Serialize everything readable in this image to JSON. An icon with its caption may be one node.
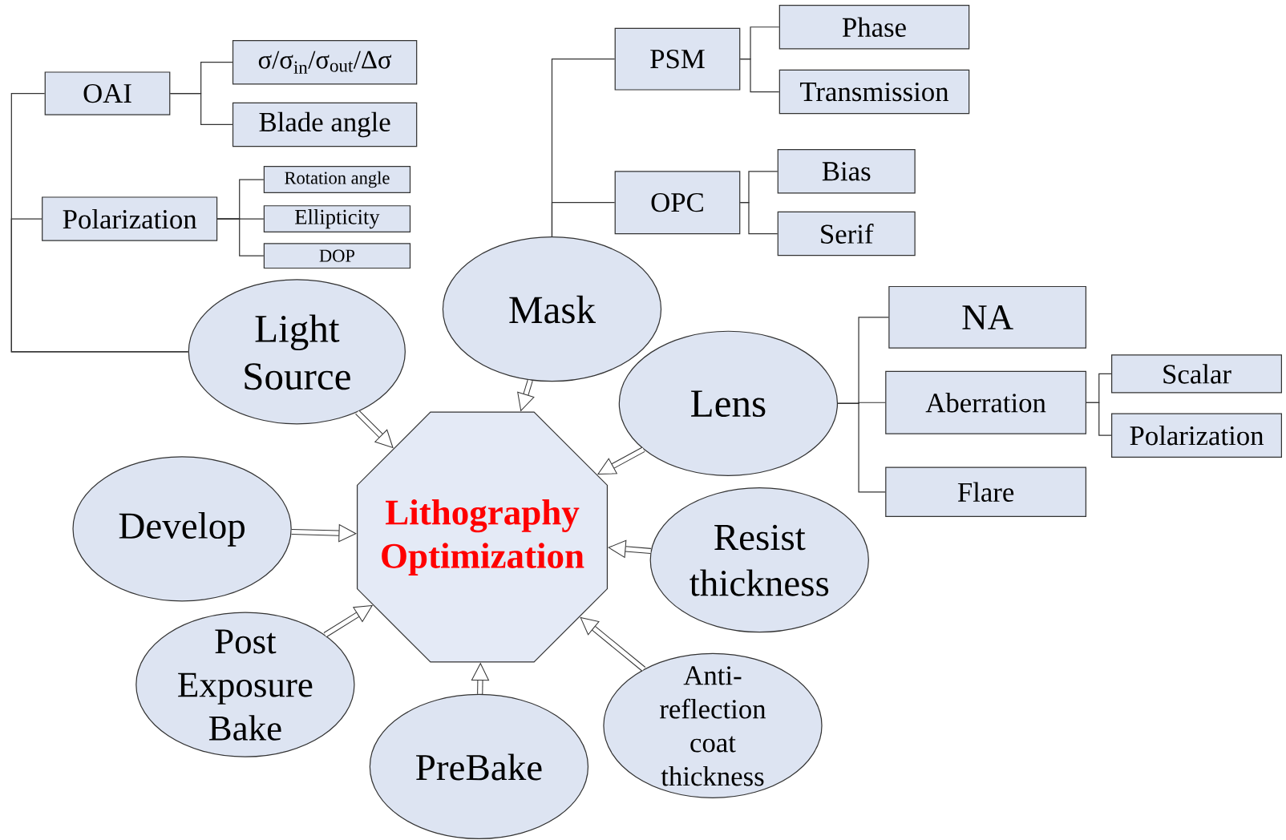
{
  "diagram": {
    "nodes": [
      {
        "text": [
          "OAI"
        ]
      },
      {
        "text": [
          "σ/σ$_{in}$/σ$_{out}$/Δσ"
        ]
      },
      {
        "text": [
          "Blade angle"
        ]
      },
      {
        "text": [
          "Polarization"
        ]
      },
      {
        "text": [
          "Rotation angle"
        ]
      },
      {
        "text": [
          "Ellipticity"
        ]
      },
      {
        "text": [
          "DOP"
        ]
      },
      {
        "text": [
          "PSM"
        ]
      },
      {
        "text": [
          "Phase"
        ]
      },
      {
        "text": [
          "Transmission"
        ]
      },
      {
        "text": [
          "OPC"
        ]
      },
      {
        "text": [
          "Bias"
        ]
      },
      {
        "text": [
          "Serif"
        ]
      },
      {
        "text": [
          "NA"
        ]
      },
      {
        "text": [
          "Aberration"
        ]
      },
      {
        "text": [
          "Scalar"
        ]
      },
      {
        "text": [
          "Polarization"
        ]
      },
      {
        "text": [
          "Flare"
        ]
      },
      {
        "text": [
          "Light Source"
        ]
      },
      {
        "text": [
          "Mask"
        ]
      },
      {
        "text": [
          "Lens"
        ]
      },
      {
        "text": [
          "Resist thickness"
        ]
      },
      {
        "text": [
          "Anti-reflection coat thickness"
        ]
      },
      {
        "text": [
          "PreBake"
        ]
      },
      {
        "text": [
          "Post Exposure Bake"
        ]
      },
      {
        "text": [
          "Develop"
        ]
      },
      {
        "text": [
          "Lithography Optimization"
        ]
      }
    ],
    "edges": [
      {
        "from": 18,
        "to": 0,
        "arrow": "none"
      },
      {
        "from": 18,
        "to": 3,
        "arrow": "none"
      },
      {
        "from": 0,
        "to": 1,
        "arrow": "none"
      },
      {
        "from": 0,
        "to": 2,
        "arrow": "none"
      },
      {
        "from": 3,
        "to": 4,
        "arrow": "none"
      },
      {
        "from": 3,
        "to": 5,
        "arrow": "none"
      },
      {
        "from": 3,
        "to": 6,
        "arrow": "none"
      },
      {
        "from": 19,
        "to": 7,
        "arrow": "none"
      },
      {
        "from": 19,
        "to": 10,
        "arrow": "none"
      },
      {
        "from": 7,
        "to": 8,
        "arrow": "none"
      },
      {
        "from": 7,
        "to": 9,
        "arrow": "none"
      },
      {
        "from": 10,
        "to": 11,
        "arrow": "none"
      },
      {
        "from": 10,
        "to": 12,
        "arrow": "none"
      },
      {
        "from": 20,
        "to": 13,
        "arrow": "none"
      },
      {
        "from": 20,
        "to": 14,
        "arrow": "none"
      },
      {
        "from": 20,
        "to": 17,
        "arrow": "none"
      },
      {
        "from": 14,
        "to": 15,
        "arrow": "none"
      },
      {
        "from": 14,
        "to": 16,
        "arrow": "none"
      },
      {
        "from": 18,
        "to": 26,
        "arrow": "to",
        "style": "thick"
      },
      {
        "from": 19,
        "to": 26,
        "arrow": "to",
        "style": "thick"
      },
      {
        "from": 20,
        "to": 26,
        "arrow": "to",
        "style": "thick"
      },
      {
        "from": 21,
        "to": 26,
        "arrow": "to",
        "style": "thick"
      },
      {
        "from": 22,
        "to": 26,
        "arrow": "to",
        "style": "thick"
      },
      {
        "from": 23,
        "to": 26,
        "arrow": "to",
        "style": "thick"
      },
      {
        "from": 24,
        "to": 26,
        "arrow": "to",
        "style": "thick"
      },
      {
        "from": 25,
        "to": 26,
        "arrow": "to",
        "style": "thick"
      }
    ]
  }
}
